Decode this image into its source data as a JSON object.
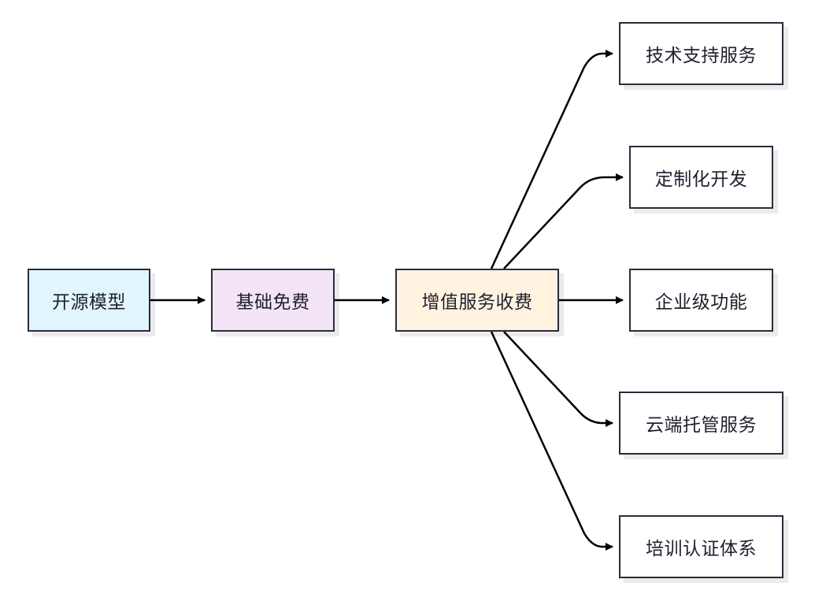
{
  "diagram": {
    "nodes": {
      "open_source": {
        "label": "开源模型",
        "fill": "#e1f5fe"
      },
      "basic_free": {
        "label": "基础免费",
        "fill": "#f3e5f5"
      },
      "value_added": {
        "label": "增值服务收费",
        "fill": "#fff3e0"
      },
      "tech_support": {
        "label": "技术支持服务",
        "fill": "#ffffff"
      },
      "custom_dev": {
        "label": "定制化开发",
        "fill": "#ffffff"
      },
      "enterprise": {
        "label": "企业级功能",
        "fill": "#ffffff"
      },
      "cloud_host": {
        "label": "云端托管服务",
        "fill": "#ffffff"
      },
      "training": {
        "label": "培训认证体系",
        "fill": "#ffffff"
      }
    },
    "edges": [
      {
        "from": "open_source",
        "to": "basic_free"
      },
      {
        "from": "basic_free",
        "to": "value_added"
      },
      {
        "from": "value_added",
        "to": "tech_support"
      },
      {
        "from": "value_added",
        "to": "custom_dev"
      },
      {
        "from": "value_added",
        "to": "enterprise"
      },
      {
        "from": "value_added",
        "to": "cloud_host"
      },
      {
        "from": "value_added",
        "to": "training"
      }
    ],
    "colors": {
      "border": "#2b2b3b",
      "edge": "#000000",
      "text": "#1f1f2e"
    }
  }
}
